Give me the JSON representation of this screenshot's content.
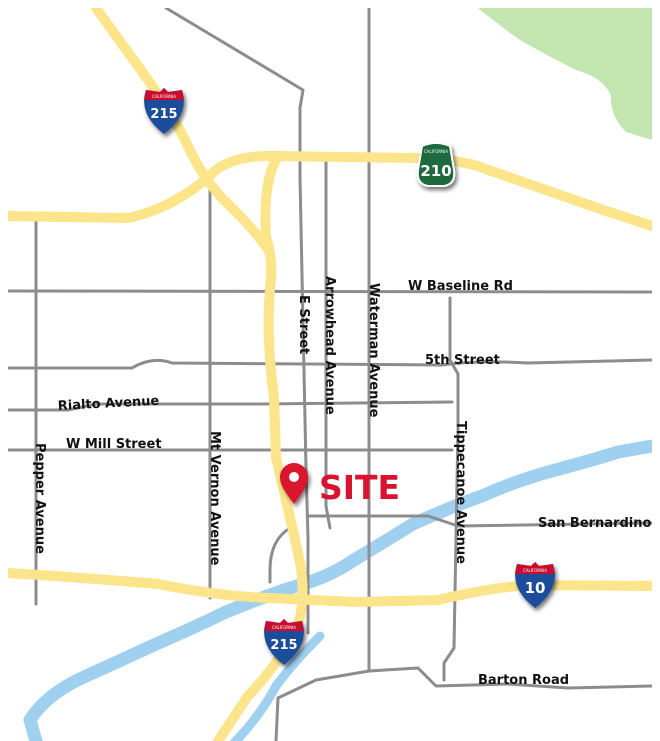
{
  "map": {
    "colors": {
      "background": "#ffffff",
      "park": "#c3e6b1",
      "river": "#9fd0f0",
      "street": "#8c8c8c",
      "highway": "#fbe48a",
      "interstate_blue": "#1f4e9a",
      "interstate_red": "#c8102e",
      "state_route_green": "#1c6b3c",
      "site_marker": "#d8122f"
    },
    "streets": {
      "w_baseline_rd": "W Baseline Rd",
      "fifth_street": "5th Street",
      "rialto_avenue": "Rialto Avenue",
      "w_mill_street": "W Mill Street",
      "e_street": "E Street",
      "arrowhead_avenue": "Arrowhead Avenue",
      "waterman_avenue": "Waterman Avenue",
      "tippecanoe_avenue": "Tippecanoe Avenue",
      "mt_vernon_avenue": "Mt Vernon Avenue",
      "pepper_avenue": "Pepper Avenue",
      "san_bernardino": "San Bernardino",
      "barton_road": "Barton Road"
    },
    "shields": {
      "i215_north": {
        "number": "215",
        "state": "CALIFORNIA",
        "type": "interstate"
      },
      "i215_south": {
        "number": "215",
        "state": "CALIFORNIA",
        "type": "interstate"
      },
      "i10": {
        "number": "10",
        "state": "CALIFORNIA",
        "type": "interstate"
      },
      "sr210": {
        "number": "210",
        "state": "CALIFORNIA",
        "type": "state-route"
      }
    },
    "site": {
      "label": "SITE",
      "icon": "map-pin-icon"
    }
  }
}
